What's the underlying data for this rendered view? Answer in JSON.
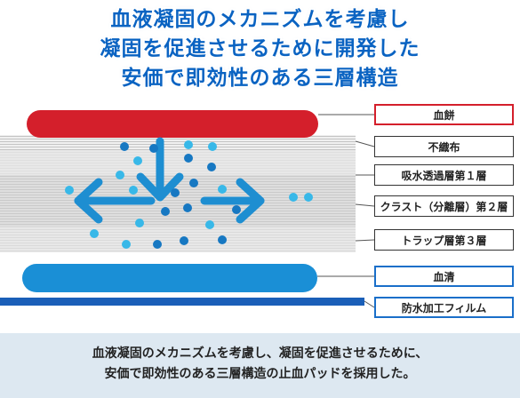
{
  "title": {
    "lines": [
      "血液凝固のメカニズムを考慮し",
      "凝固を促進させるために開発した",
      "安価で即効性のある三層構造"
    ]
  },
  "layers": [
    {
      "label": "血餅"
    },
    {
      "label": "不織布"
    },
    {
      "label": "吸水透過層第１層"
    },
    {
      "label": "クラスト（分離層）第２層"
    },
    {
      "label": "トラップ層第３層"
    },
    {
      "label": "血清"
    },
    {
      "label": "防水加工フィルム"
    }
  ],
  "colors": {
    "title": "#0a63c2",
    "clot_bar": "#d41f2b",
    "serum_bar": "#1a8fd6",
    "film_bar": "#1a5fb8",
    "arrow": "#1e8ed1",
    "dot_dark": "#1778c2",
    "dot_light": "#38b8e8"
  },
  "footer": {
    "lines": [
      "血液凝固のメカニズムを考慮し、凝固を促進させるために、",
      "安価で即効性のある三層構造の止血パッドを採用した。"
    ]
  }
}
